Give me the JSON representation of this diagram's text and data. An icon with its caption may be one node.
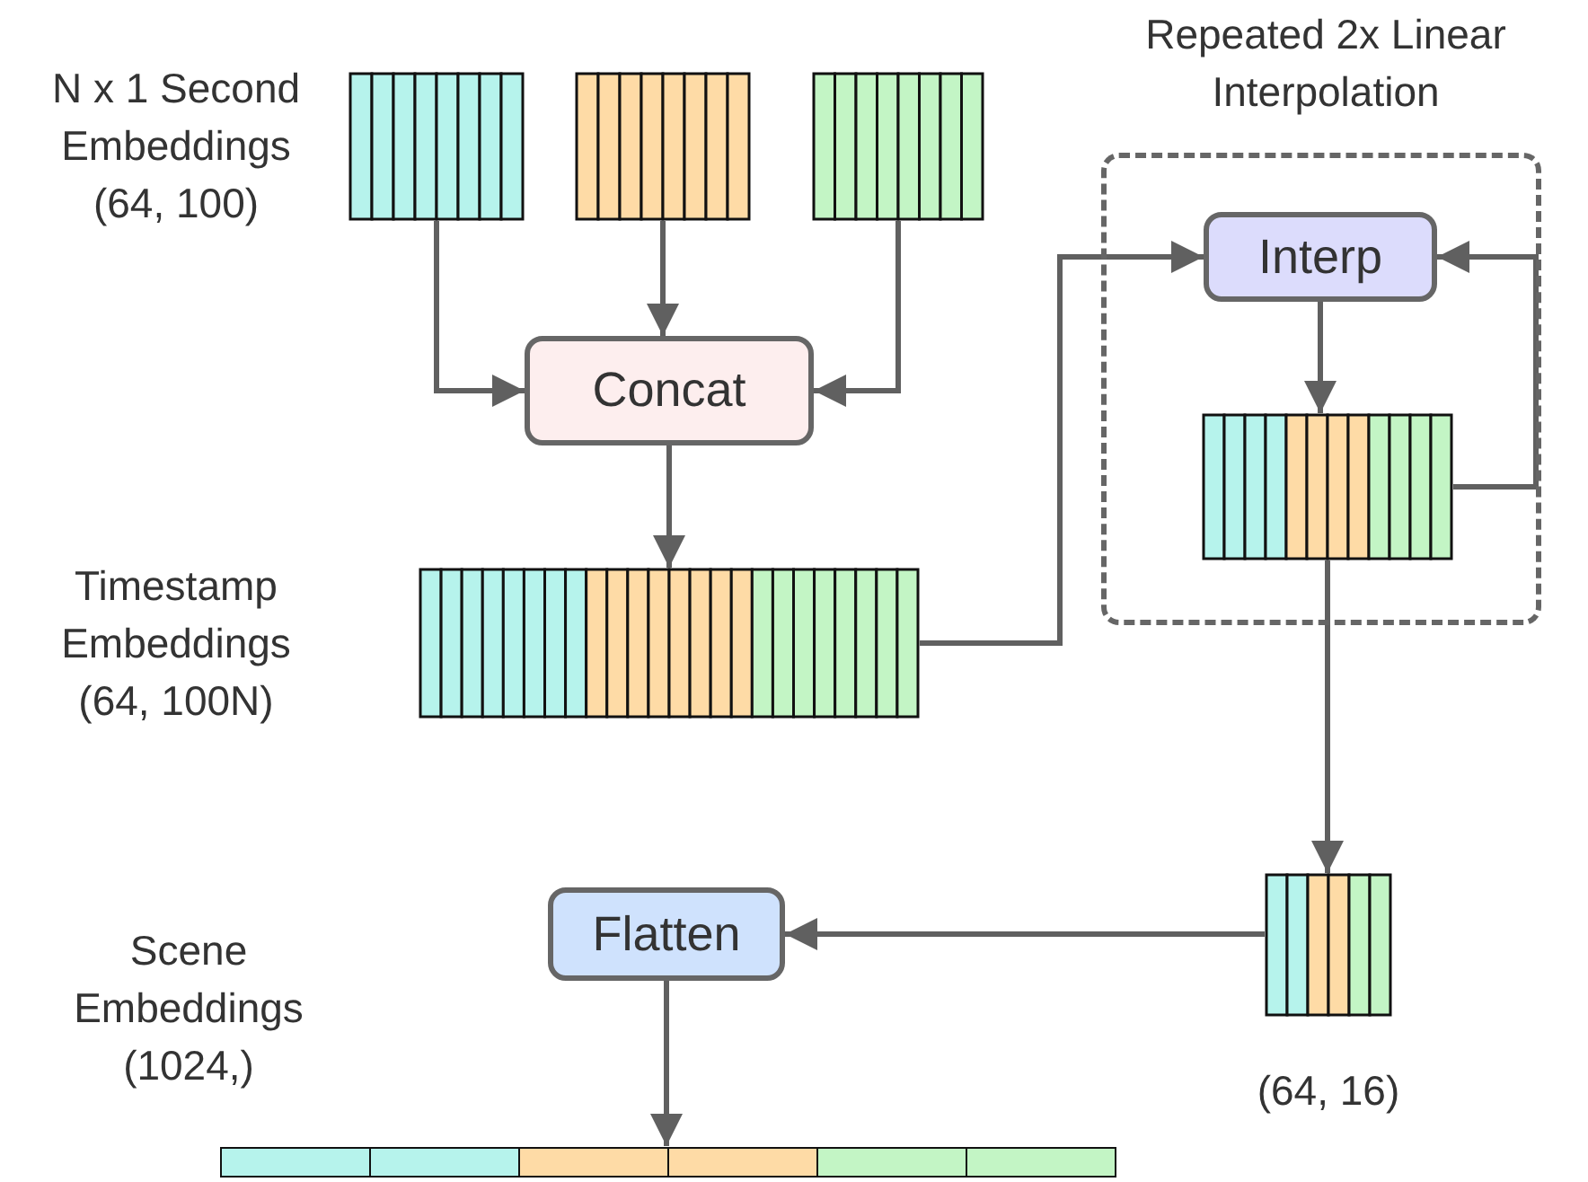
{
  "diagram": {
    "nodes": [
      {
        "text": [],
        "shape": "box",
        "beside": [
          "N x 1 Second Embeddings (64, 100)"
        ]
      },
      {
        "text": [],
        "shape": "box"
      },
      {
        "text": [],
        "shape": "box"
      },
      {
        "text": [
          "Concat"
        ]
      },
      {
        "text": [],
        "shape": "box",
        "beside": [
          "Timestamp Embeddings (64, 100N)"
        ]
      },
      {
        "text": [
          "Repeated 2x Linear Interpolation"
        ]
      },
      {
        "text": [
          "Interp"
        ],
        "in": 5
      },
      {
        "text": [],
        "shape": "box",
        "in": 5
      },
      {
        "text": [],
        "shape": "box",
        "beside": [
          "(64, 16)"
        ]
      },
      {
        "text": [
          "Flatten"
        ]
      },
      {
        "text": [],
        "shape": "bar",
        "beside": [
          "Scene Embeddings (1024,)"
        ]
      }
    ],
    "edges": [
      {
        "from": 0,
        "to": 3,
        "arrow": "to"
      },
      {
        "from": 1,
        "to": 3,
        "arrow": "to"
      },
      {
        "from": 2,
        "to": 3,
        "arrow": "to"
      },
      {
        "from": 3,
        "to": 4,
        "arrow": "to"
      },
      {
        "from": 4,
        "to": 6,
        "arrow": "to"
      },
      {
        "from": 6,
        "to": 7,
        "arrow": "to"
      },
      {
        "from": 7,
        "to": 6,
        "arrow": "to"
      },
      {
        "from": 7,
        "to": 8,
        "arrow": "to"
      },
      {
        "from": 8,
        "to": 9,
        "arrow": "to"
      },
      {
        "from": 9,
        "to": 10,
        "arrow": "to"
      }
    ]
  }
}
